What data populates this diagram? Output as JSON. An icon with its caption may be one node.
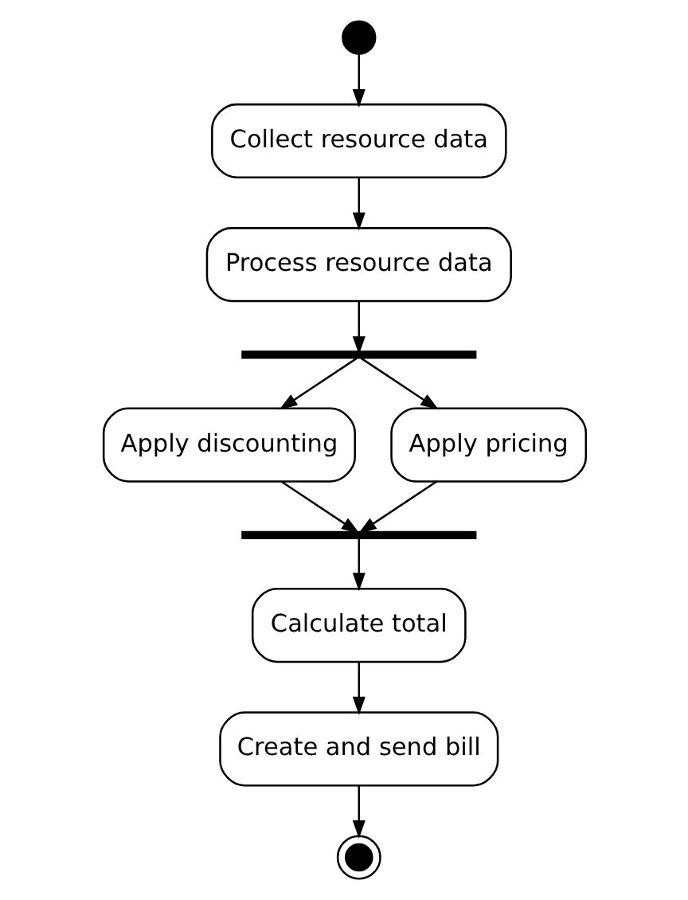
{
  "diagram": {
    "nodes": [
      {
        "text": [],
        "shape": "circle"
      },
      {
        "text": [
          "Collect resource data"
        ]
      },
      {
        "text": [
          "Process resource data"
        ]
      },
      {
        "text": [],
        "shape": "bar"
      },
      {
        "text": [
          "Apply discounting"
        ]
      },
      {
        "text": [
          "Apply pricing"
        ]
      },
      {
        "text": [],
        "shape": "bar"
      },
      {
        "text": [
          "Calculate total"
        ]
      },
      {
        "text": [
          "Create and send bill"
        ]
      },
      {
        "text": [],
        "shape": "circle"
      }
    ],
    "edges": [
      {
        "from": 0,
        "to": 1,
        "arrow": "to"
      },
      {
        "from": 1,
        "to": 2,
        "arrow": "to"
      },
      {
        "from": 2,
        "to": 3,
        "arrow": "to"
      },
      {
        "from": 3,
        "to": 4,
        "arrow": "to"
      },
      {
        "from": 3,
        "to": 5,
        "arrow": "to"
      },
      {
        "from": 4,
        "to": 6,
        "arrow": "to"
      },
      {
        "from": 5,
        "to": 6,
        "arrow": "to"
      },
      {
        "from": 6,
        "to": 7,
        "arrow": "to"
      },
      {
        "from": 7,
        "to": 8,
        "arrow": "to"
      },
      {
        "from": 8,
        "to": 9,
        "arrow": "to"
      }
    ]
  }
}
